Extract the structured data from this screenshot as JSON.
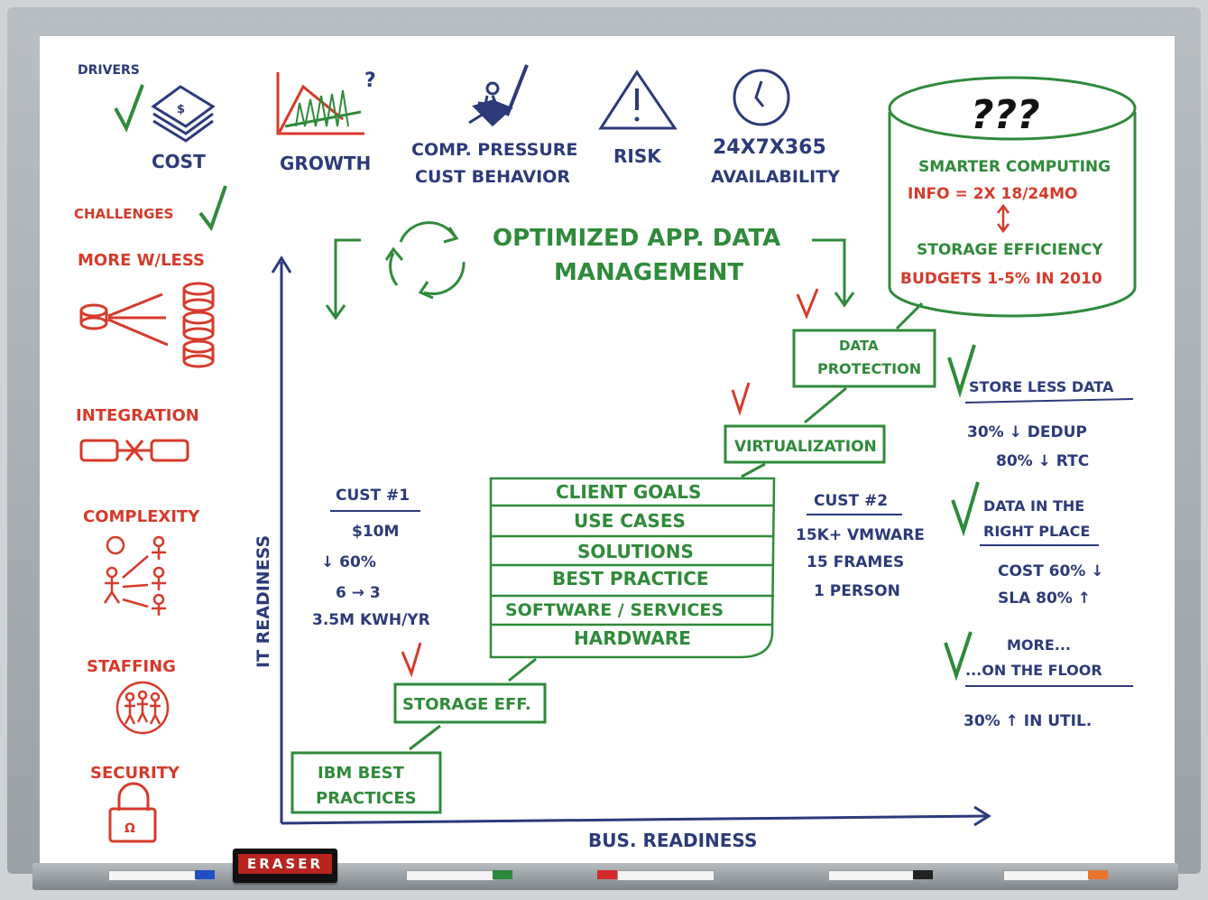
{
  "colors": {
    "ink_blue": "#2c3a7a",
    "ink_red": "#d63a2a",
    "ink_green": "#2f8a3a",
    "ink_black": "#1a1a1a"
  },
  "drivers": {
    "label": "DRIVERS",
    "items": [
      {
        "label": "COST",
        "icon": "money-icon"
      },
      {
        "label": "GROWTH",
        "icon": "growth-chart-icon"
      },
      {
        "label_line1": "COMP. PRESSURE",
        "label_line2": "CUST BEHAVIOR",
        "icon": "knight-icon"
      },
      {
        "label": "RISK",
        "icon": "warning-icon"
      },
      {
        "label_line1": "24X7X365",
        "label_line2": "AVAILABILITY",
        "icon": "clock-icon"
      }
    ]
  },
  "challenges": {
    "label": "CHALLENGES",
    "items": [
      "MORE W/LESS",
      "INTEGRATION",
      "COMPLEXITY",
      "STAFFING",
      "SECURITY"
    ]
  },
  "center_title": {
    "line1": "OPTIMIZED APP. DATA",
    "line2": "MANAGEMENT"
  },
  "cylinder": {
    "header": "???",
    "line1": "SMARTER COMPUTING",
    "line2": "INFO = 2X 18/24MO",
    "line3": "STORAGE EFFICIENCY",
    "line4": "BUDGETS 1-5% IN 2010"
  },
  "steps": {
    "data_protection": {
      "line1": "DATA",
      "line2": "PROTECTION"
    },
    "virtualization": "VIRTUALIZATION",
    "storage_eff": "STORAGE EFF.",
    "ibm_best": {
      "line1": "IBM BEST",
      "line2": "PRACTICES"
    }
  },
  "stack": [
    "CLIENT GOALS",
    "USE CASES",
    "SOLUTIONS",
    "BEST PRACTICE",
    "SOFTWARE / SERVICES",
    "HARDWARE"
  ],
  "cust1": {
    "title": "CUST #1",
    "lines": [
      "$10M",
      "↓ 60%",
      "6 → 3",
      "3.5M KWH/YR"
    ]
  },
  "cust2": {
    "title": "CUST #2",
    "lines": [
      "15K+ VMWARE",
      "15 FRAMES",
      "1 PERSON"
    ]
  },
  "right_notes": {
    "store_less": {
      "title": "STORE LESS DATA",
      "lines": [
        "30% ↓ DEDUP",
        "80% ↓ RTC"
      ]
    },
    "right_place": {
      "title_line1": "DATA IN THE",
      "title_line2": "RIGHT PLACE",
      "lines": [
        "COST 60% ↓",
        "SLA 80% ↑"
      ]
    },
    "more_floor": {
      "title_line1": "MORE...",
      "title_line2": "...ON THE FLOOR",
      "lines": [
        "30% ↑ IN UTIL."
      ]
    }
  },
  "axes": {
    "y_label": "IT READINESS",
    "x_label": "BUS. READINESS"
  },
  "eraser_label": "ERASER"
}
